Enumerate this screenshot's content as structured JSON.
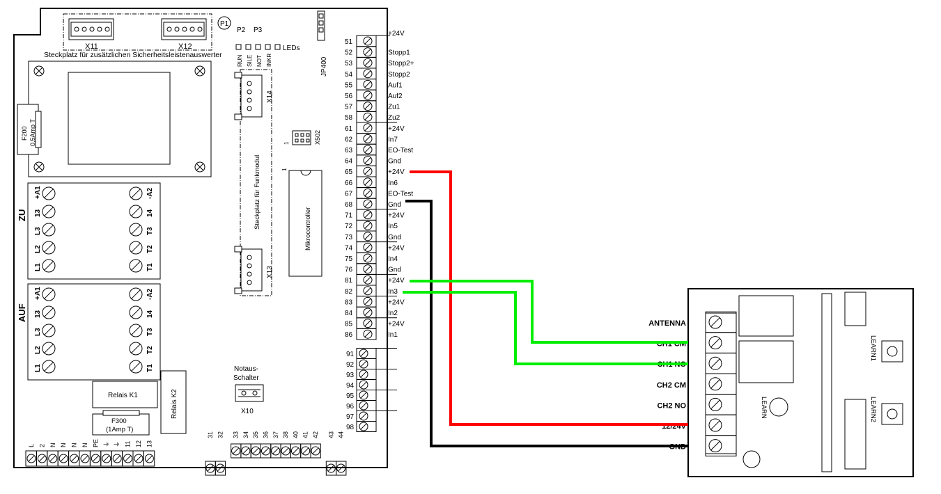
{
  "board": {
    "slot_label": "Steckplatz für zusätzlichen Sicherheitsleistenauswerter",
    "x11": "X11",
    "x12": "X12",
    "p1": "P1",
    "p2": "P2",
    "p3": "P3",
    "leds_label": "LEDs",
    "leds": [
      "RUN",
      "SILE",
      "NOT",
      "INKR"
    ],
    "jp400": "JP400",
    "x14": "X14",
    "x13": "X13",
    "funk_slot": "Steckplatz für Funkmodul",
    "x502": "X502",
    "x502_pin": "1",
    "mcu_pin": "1",
    "mcu": "Mikrocontroller",
    "fuse_f200": "F200",
    "fuse_f200_rating": "0,5Amp T",
    "zu": "ZU",
    "auf": "AUF",
    "relay_left": [
      "+A1",
      "13",
      "L3",
      "L2",
      "L1"
    ],
    "relay_right": [
      "-A2",
      "14",
      "T3",
      "T2",
      "T1"
    ],
    "notaus_line1": "Notaus-",
    "notaus_line2": "Schalter",
    "x10": "X10",
    "relais_k1": "Relais K1",
    "relais_k2": "Relais K2",
    "fuse_f300": "F300",
    "fuse_f300_rating": "(1Amp T)",
    "bottom_left_labels": [
      "L",
      "2",
      "N",
      "N",
      "N",
      "N",
      "PE",
      "⏚",
      "⏚",
      "11",
      "12",
      "13"
    ],
    "bottom_mid_labels": [
      "31",
      "32",
      "33",
      "34",
      "35",
      "36",
      "37",
      "38",
      "40",
      "41",
      "42",
      "43",
      "44"
    ]
  },
  "terminal_strip": {
    "numbers": [
      "51",
      "52",
      "53",
      "54",
      "55",
      "56",
      "57",
      "58",
      "61",
      "62",
      "63",
      "64",
      "65",
      "66",
      "67",
      "68",
      "71",
      "72",
      "73",
      "74",
      "75",
      "76",
      "81",
      "82",
      "83",
      "84",
      "85",
      "86"
    ],
    "signals": [
      "+24V",
      "Stopp1",
      "Stopp2+",
      "Stopp2",
      "Auf1",
      "Auf2",
      "Zu1",
      "Zu2",
      "+24V",
      "In7",
      "EO-Test",
      "Gnd",
      "+24V",
      "In6",
      "EO-Test",
      "Gnd",
      "+24V",
      "In5",
      "Gnd",
      "+24V",
      "In4",
      "Gnd",
      "+24V",
      "In3",
      "+24V",
      "In2",
      "+24V",
      "In1"
    ],
    "extra_numbers": [
      "91",
      "92",
      "93",
      "94",
      "95",
      "96",
      "97",
      "98"
    ]
  },
  "receiver": {
    "terminals": [
      "ANTENNA",
      "CH1 CM",
      "CH1 NO",
      "CH2 CM",
      "CH2 NO",
      "12/24V",
      "GND"
    ],
    "learn": "LEARN",
    "learn1": "LEARN1",
    "learn2": "LEARN2"
  },
  "wire_colors": {
    "power": "#ff0000",
    "ground": "#000000",
    "signal": "#00ee00"
  }
}
